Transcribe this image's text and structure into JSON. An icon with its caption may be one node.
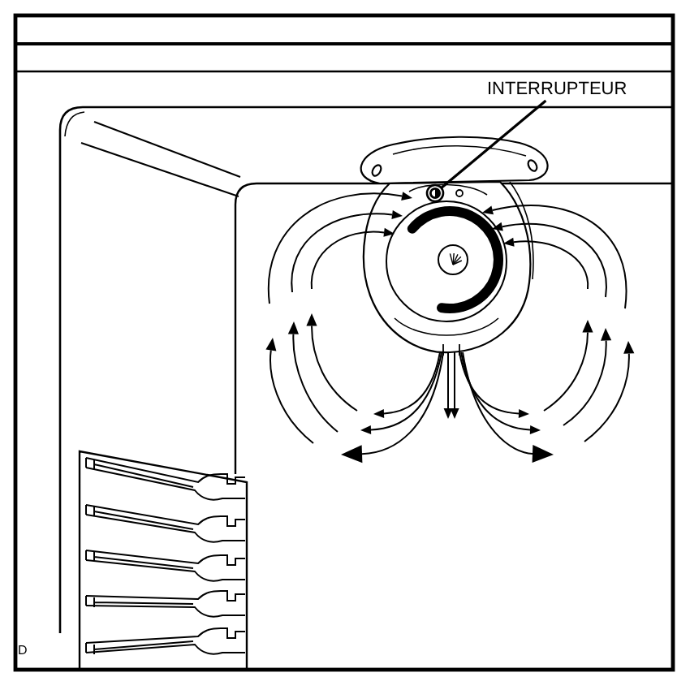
{
  "diagram": {
    "nodes": [
      {
        "text": [
          "INTERRUPTEUR"
        ]
      },
      {
        "text": [],
        "shape": "circle"
      }
    ],
    "edges": [
      {
        "from": 0,
        "to": 1,
        "arrow": "none"
      }
    ],
    "labels": [
      "D"
    ]
  }
}
